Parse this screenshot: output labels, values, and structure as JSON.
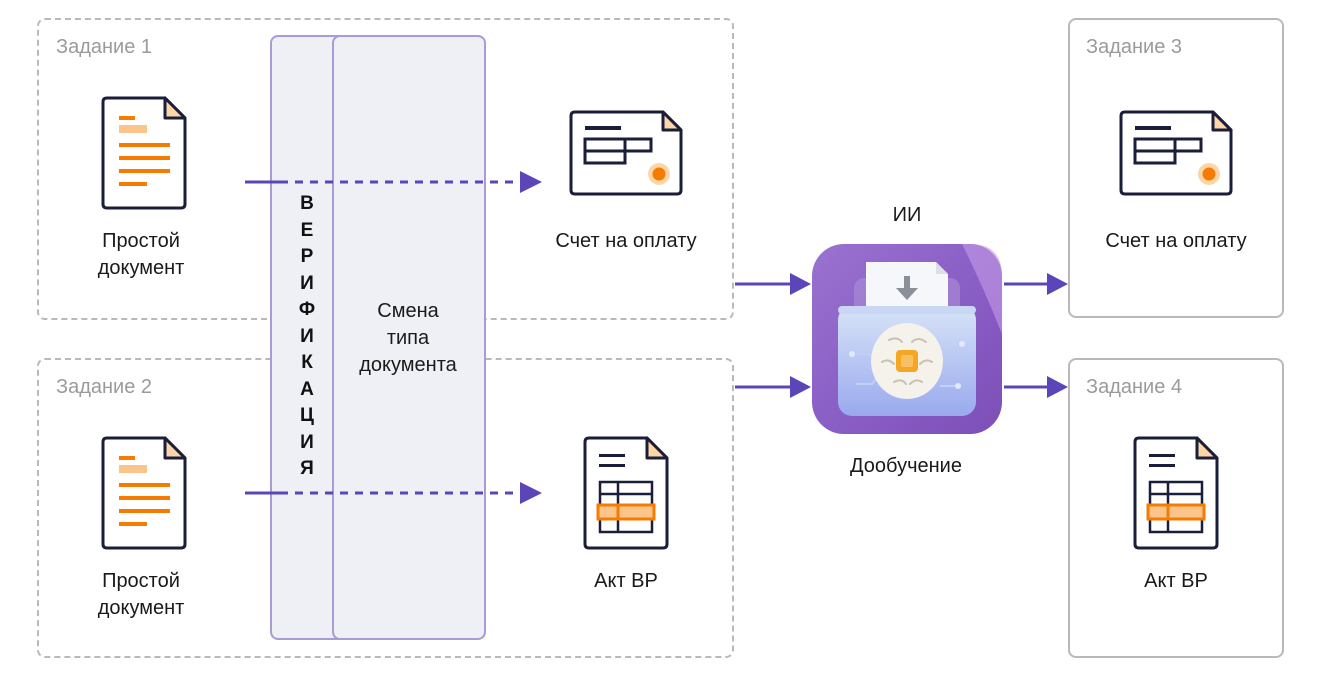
{
  "tasks": {
    "task1": {
      "label": "Задание 1"
    },
    "task2": {
      "label": "Задание 2"
    },
    "task3": {
      "label": "Задание 3"
    },
    "task4": {
      "label": "Задание 4"
    }
  },
  "documents": {
    "simple_doc_line1": "Простой",
    "simple_doc_line2": "документ",
    "invoice": "Счет на оплату",
    "act": "Акт ВР"
  },
  "columns": {
    "verification_letters": [
      "В",
      "Е",
      "Р",
      "И",
      "Ф",
      "И",
      "К",
      "А",
      "Ц",
      "И",
      "Я"
    ],
    "change_type_line1": "Смена",
    "change_type_line2": "типа",
    "change_type_line3": "документа"
  },
  "ai": {
    "title": "ИИ",
    "caption": "Дообучение"
  },
  "icons": {
    "simple_doc": "document-text-icon",
    "invoice": "invoice-icon",
    "act": "act-table-icon",
    "ai_app": "ai-brain-app-icon"
  },
  "colors": {
    "arrow": "#5b45b8",
    "accent_orange": "#f57c00",
    "doc_outline": "#1b1e3a",
    "column_border": "#a99ad8",
    "column_fill": "#eef0f6",
    "dashed_border": "#b9b9b9"
  }
}
